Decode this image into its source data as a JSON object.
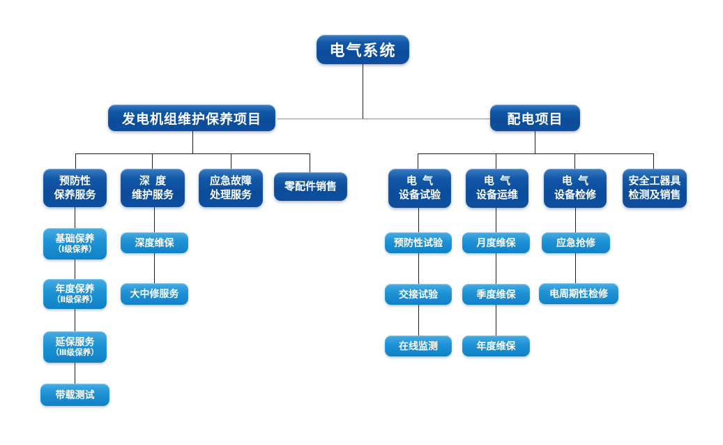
{
  "colors": {
    "dark_box_blue": "#0d4f9f",
    "light_box_blue": "#1b8fd3",
    "connector_line": "#1c1c1c",
    "top_connector_gray": "#8c8c8c",
    "text": "#ffffff",
    "background": "#ffffff"
  },
  "tree": {
    "root": {
      "label": "电气系统"
    },
    "branches": [
      {
        "label": "发电机组维护保养项目",
        "groups": [
          {
            "line1": "预防性",
            "line2": "保养服务",
            "children": [
              {
                "line1": "基础保养",
                "line2": "（Ⅰ级保养）"
              },
              {
                "line1": "年度保养",
                "line2": "（Ⅱ级保养）"
              },
              {
                "line1": "延保服务",
                "line2": "（Ⅲ级保养）"
              },
              {
                "line1": "带载测试"
              }
            ]
          },
          {
            "line1": "深  度",
            "line2": "维护服务",
            "children": [
              {
                "line1": "深度维保"
              },
              {
                "line1": "大中修服务"
              }
            ]
          },
          {
            "line1": "应急故障",
            "line2": "处理服务",
            "children": []
          },
          {
            "line1": "零配件销售",
            "children": []
          }
        ]
      },
      {
        "label": "配电项目",
        "groups": [
          {
            "line1": "电  气",
            "line2": "设备试验",
            "children": [
              {
                "line1": "预防性试验"
              },
              {
                "line1": "交接试验"
              },
              {
                "line1": "在线监测"
              }
            ]
          },
          {
            "line1": "电  气",
            "line2": "设备运维",
            "children": [
              {
                "line1": "月度维保"
              },
              {
                "line1": "季度维保"
              },
              {
                "line1": "年度维保"
              }
            ]
          },
          {
            "line1": "电  气",
            "line2": "设备检修",
            "children": [
              {
                "line1": "应急抢修"
              },
              {
                "line1": "电周期性检修"
              }
            ]
          },
          {
            "line1": "安全工器具",
            "line2": "检测及销售",
            "children": []
          }
        ]
      }
    ]
  }
}
